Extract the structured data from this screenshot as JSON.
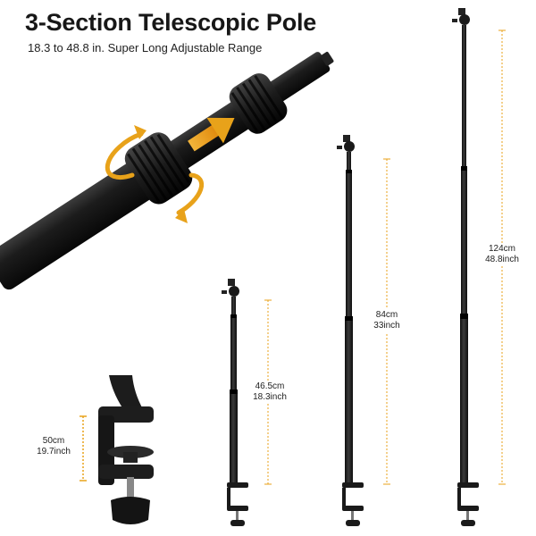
{
  "heading": {
    "title": "3-Section Telescopic Pole",
    "subtitle": "18.3 to 48.8 in. Super Long Adjustable Range"
  },
  "accent_color": "#e8a21a",
  "pole_color": "#1c1c1c",
  "icons": {
    "rotate": "rotate-arrows-icon",
    "extend": "extend-arrow-icon"
  },
  "dimensions": {
    "clamp": {
      "cm": "50cm",
      "inch": "19.7inch"
    },
    "short": {
      "cm": "46.5cm",
      "inch": "18.3inch"
    },
    "medium": {
      "cm": "84cm",
      "inch": "33inch"
    },
    "long": {
      "cm": "124cm",
      "inch": "48.8inch"
    }
  }
}
